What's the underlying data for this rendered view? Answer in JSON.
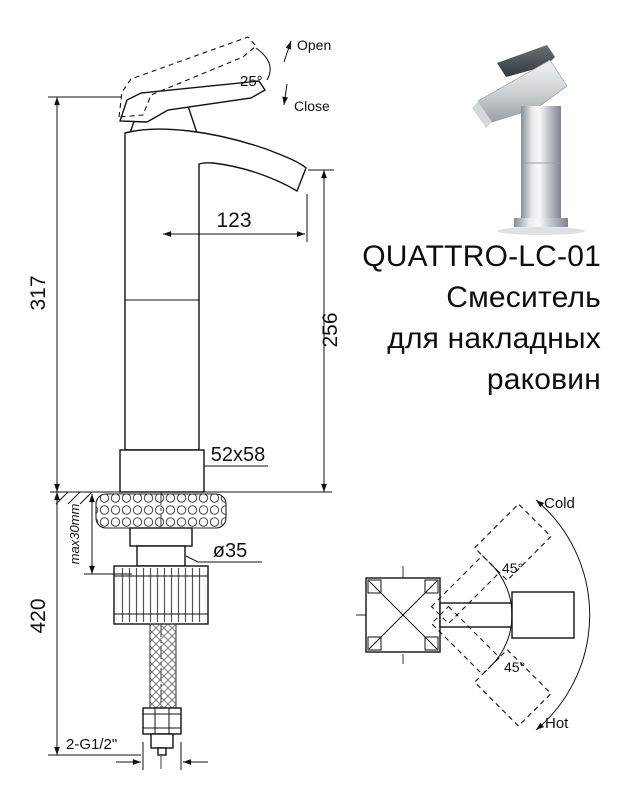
{
  "theme": {
    "ink": "#111111",
    "bg": "#ffffff"
  },
  "product": {
    "model": "QUATTRO-LC-01",
    "desc_line1": "Смеситель",
    "desc_line2": "для накладных",
    "desc_line3": "раковин"
  },
  "front_view": {
    "open_label": "Open",
    "close_label": "Close",
    "handle_angle": "25°",
    "dim_spout_reach": "123",
    "dim_height_above_counter": "317",
    "dim_spout_height": "256",
    "dim_base_section": "52x58",
    "dim_shank_diameter": "ø35",
    "dim_max_counter_thickness": "max30mm",
    "dim_below_counter": "420",
    "thread_spec": "2-G1/2\""
  },
  "top_view": {
    "cold_label": "Cold",
    "hot_label": "Hot",
    "cold_angle": "45°",
    "hot_angle": "45°"
  }
}
